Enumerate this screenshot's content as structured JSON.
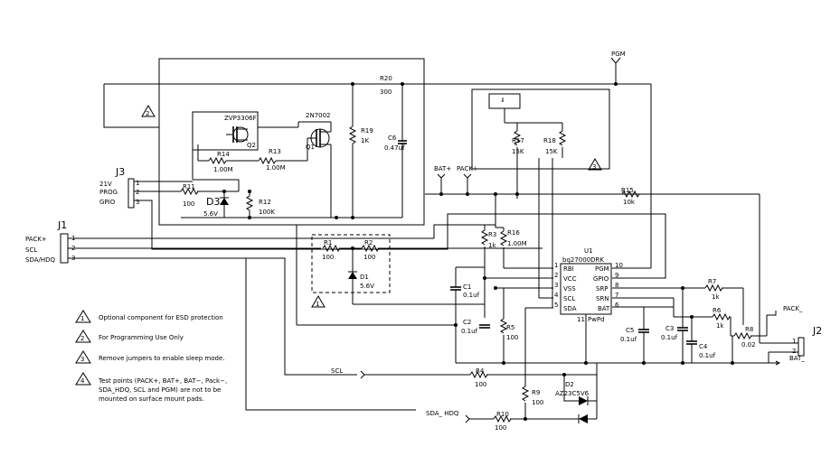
{
  "labels": {
    "pgm_top": "PGM",
    "r20": "R20",
    "r20_val": "300",
    "q2_part": "ZVP3306F",
    "q2": "Q2",
    "q1_part": "2N7002",
    "q1": "Q1",
    "r19": "R19",
    "r19_val": "1K",
    "c6": "C6",
    "c6_val": "0.47uf",
    "r14": "R14",
    "r14_val": "1.00M",
    "r13": "R13",
    "r13_val": "1.00M",
    "j3": "J3",
    "j3_21v": "21V",
    "j3_prog": "PROG",
    "j3_gpio": "GPIO",
    "pin1": "1",
    "pin2": "2",
    "pin3": "3",
    "r11": "R11",
    "r11_val": "100",
    "d3": "D3",
    "d3_val": "5.6V",
    "r12": "R12",
    "r12_val": "100K",
    "r17": "R17",
    "r17_val": "15K",
    "r18": "R18",
    "r18_val": "15K",
    "bat_plus": "BAT+",
    "pack_plus_tp": "PACK+",
    "r15": "R15",
    "r15_val": "10k",
    "j1": "J1",
    "j1_pack": "PACK+",
    "j1_scl": "SCL",
    "j1_sda": "SDA/HDQ",
    "r1": "R1",
    "r1_val": "100",
    "r2": "R2",
    "r2_val": "100",
    "d1": "D1",
    "d1_val": "5.6V",
    "r3": "R3",
    "r3_val": "1k",
    "r16": "R16",
    "r16_val": "1.00M",
    "u1": "U1",
    "u1_part": "bq27000DRK",
    "u1_rbi": "RBI",
    "u1_vcc": "VCC",
    "u1_vss": "VSS",
    "u1_scl": "SCL",
    "u1_sda": "SDA",
    "u1_pgm": "PGM",
    "u1_gpio": "GPIO",
    "u1_srp": "SRP",
    "u1_srn": "SRN",
    "u1_bat": "BAT",
    "u1_pwpd": "PwPd",
    "p1": "1",
    "p2": "2",
    "p3": "3",
    "p4": "4",
    "p5": "5",
    "p6": "6",
    "p7": "7",
    "p8": "8",
    "p9": "9",
    "p10": "10",
    "p11": "11",
    "c1": "C1",
    "c1_val": "0.1uf",
    "c2": "C2",
    "c2_val": "0.1uf",
    "r5": "R5",
    "r5_val": "100",
    "c5": "C5",
    "c5_val": "0.1uf",
    "c3": "C3",
    "c3_val": "0.1uf",
    "c4": "C4",
    "c4_val": "0.1uf",
    "r7": "R7",
    "r7_val": "1k",
    "r6": "R6",
    "r6_val": "1k",
    "r8": "R8",
    "r8_val": "0.02",
    "pack_minus": "PACK_",
    "j2": "J2",
    "j2_pin1": "1",
    "j2_pin2": "2",
    "bat_minus": "BAT_",
    "scl_tp": "SCL",
    "r4": "R4",
    "r4_val": "100",
    "r9": "R9",
    "r9_val": "100",
    "d2": "D2",
    "d2_val": "AZ23C5V6",
    "sda_hdq_tp": "SDA_ HDQ",
    "r10": "R10",
    "r10_val": "100"
  },
  "notes": [
    {
      "num": "1",
      "text": "Optional component for ESD protection"
    },
    {
      "num": "2",
      "text": "For Programming Use Only"
    },
    {
      "num": "3",
      "text": "Remove jumpers to enable sleep mode."
    },
    {
      "num": "4",
      "text": "Test points (PACK+, BAT+, BAT−, Pack−,",
      "cont1": "SDA_HDQ, SCL and PGM) are not to be",
      "cont2": "mounted on surface mount pads."
    }
  ],
  "markers": {
    "m1": "1",
    "m2": "2",
    "m3": "3"
  }
}
